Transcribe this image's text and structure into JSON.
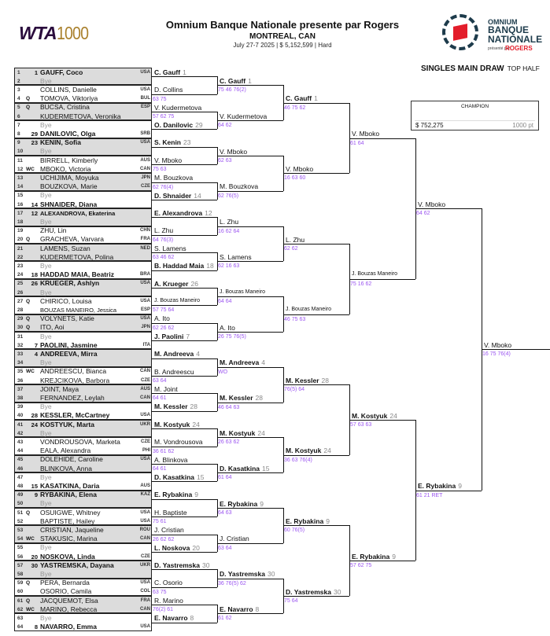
{
  "header": {
    "logo_left": {
      "a": "WTA",
      "b": "1000"
    },
    "title": "Omnium Banque Nationale presente par Rogers",
    "city": "MONTREAL, CAN",
    "info": "July 27-7 2025 | $ 5,152,599 | Hard",
    "logo_right": {
      "l1": "OMNIUM",
      "l2": "BANQUE",
      "l3": "NATIONALE",
      "l4": "présenté par",
      "l5": "ROGERS"
    },
    "draw_title": "SINGLES MAIN DRAW",
    "draw_half": "TOP HALF"
  },
  "champion": {
    "label": "CHAMPION",
    "prize": "$ 752,275",
    "points": "1000 pt"
  },
  "colors": {
    "score": "#9b55f0",
    "gray_row": "#dcdcdc",
    "wta_purple": "#2a0c3d",
    "wta_gold": "#a9802c"
  },
  "players": [
    {
      "num": "1",
      "entry": "",
      "seed": "1",
      "name": "GAUFF, Coco",
      "country": "USA"
    },
    {
      "num": "2",
      "entry": "",
      "seed": "",
      "name": "Bye",
      "country": ""
    },
    {
      "num": "3",
      "entry": "",
      "seed": "",
      "name": "COLLINS, Danielle",
      "country": "USA"
    },
    {
      "num": "4",
      "entry": "Q",
      "seed": "",
      "name": "TOMOVA, Viktoriya",
      "country": "BUL"
    },
    {
      "num": "5",
      "entry": "Q",
      "seed": "",
      "name": "BUCSA, Cristina",
      "country": "ESP"
    },
    {
      "num": "6",
      "entry": "",
      "seed": "",
      "name": "KUDERMETOVA, Veronika",
      "country": ""
    },
    {
      "num": "7",
      "entry": "",
      "seed": "",
      "name": "Bye",
      "country": ""
    },
    {
      "num": "8",
      "entry": "",
      "seed": "29",
      "name": "DANILOVIC, Olga",
      "country": "SRB"
    },
    {
      "num": "9",
      "entry": "",
      "seed": "23",
      "name": "KENIN, Sofia",
      "country": "USA"
    },
    {
      "num": "10",
      "entry": "",
      "seed": "",
      "name": "Bye",
      "country": ""
    },
    {
      "num": "11",
      "entry": "",
      "seed": "",
      "name": "BIRRELL, Kimberly",
      "country": "AUS"
    },
    {
      "num": "12",
      "entry": "WC",
      "seed": "",
      "name": "MBOKO, Victoria",
      "country": "CAN"
    },
    {
      "num": "13",
      "entry": "",
      "seed": "",
      "name": "UCHIJIMA, Moyuka",
      "country": "JPN"
    },
    {
      "num": "14",
      "entry": "",
      "seed": "",
      "name": "BOUZKOVA, Marie",
      "country": "CZE"
    },
    {
      "num": "15",
      "entry": "",
      "seed": "",
      "name": "Bye",
      "country": ""
    },
    {
      "num": "16",
      "entry": "",
      "seed": "14",
      "name": "SHNAIDER, Diana",
      "country": ""
    },
    {
      "num": "17",
      "entry": "",
      "seed": "12",
      "name": "ALEXANDROVA, Ekaterina",
      "country": ""
    },
    {
      "num": "18",
      "entry": "",
      "seed": "",
      "name": "Bye",
      "country": ""
    },
    {
      "num": "19",
      "entry": "",
      "seed": "",
      "name": "ZHU, Lin",
      "country": "CHN"
    },
    {
      "num": "20",
      "entry": "Q",
      "seed": "",
      "name": "GRACHEVA, Varvara",
      "country": "FRA"
    },
    {
      "num": "21",
      "entry": "",
      "seed": "",
      "name": "LAMENS, Suzan",
      "country": "NED"
    },
    {
      "num": "22",
      "entry": "",
      "seed": "",
      "name": "KUDERMETOVA, Polina",
      "country": ""
    },
    {
      "num": "23",
      "entry": "",
      "seed": "",
      "name": "Bye",
      "country": ""
    },
    {
      "num": "24",
      "entry": "",
      "seed": "18",
      "name": "HADDAD MAIA, Beatriz",
      "country": "BRA"
    },
    {
      "num": "25",
      "entry": "",
      "seed": "26",
      "name": "KRUEGER, Ashlyn",
      "country": "USA"
    },
    {
      "num": "26",
      "entry": "",
      "seed": "",
      "name": "Bye",
      "country": ""
    },
    {
      "num": "27",
      "entry": "Q",
      "seed": "",
      "name": "CHIRICO, Louisa",
      "country": "USA"
    },
    {
      "num": "28",
      "entry": "",
      "seed": "",
      "name": "BOUZAS MANEIRO, Jessica",
      "country": "ESP"
    },
    {
      "num": "29",
      "entry": "Q",
      "seed": "",
      "name": "VOLYNETS, Katie",
      "country": "USA"
    },
    {
      "num": "30",
      "entry": "Q",
      "seed": "",
      "name": "ITO, Aoi",
      "country": "JPN"
    },
    {
      "num": "31",
      "entry": "",
      "seed": "",
      "name": "Bye",
      "country": ""
    },
    {
      "num": "32",
      "entry": "",
      "seed": "7",
      "name": "PAOLINI, Jasmine",
      "country": "ITA"
    },
    {
      "num": "33",
      "entry": "",
      "seed": "4",
      "name": "ANDREEVA, Mirra",
      "country": ""
    },
    {
      "num": "34",
      "entry": "",
      "seed": "",
      "name": "Bye",
      "country": ""
    },
    {
      "num": "35",
      "entry": "WC",
      "seed": "",
      "name": "ANDREESCU, Bianca",
      "country": "CAN"
    },
    {
      "num": "36",
      "entry": "",
      "seed": "",
      "name": "KREJCIKOVA, Barbora",
      "country": "CZE"
    },
    {
      "num": "37",
      "entry": "",
      "seed": "",
      "name": "JOINT, Maya",
      "country": "AUS"
    },
    {
      "num": "38",
      "entry": "",
      "seed": "",
      "name": "FERNANDEZ, Leylah",
      "country": "CAN"
    },
    {
      "num": "39",
      "entry": "",
      "seed": "",
      "name": "Bye",
      "country": ""
    },
    {
      "num": "40",
      "entry": "",
      "seed": "28",
      "name": "KESSLER, McCartney",
      "country": "USA"
    },
    {
      "num": "41",
      "entry": "",
      "seed": "24",
      "name": "KOSTYUK, Marta",
      "country": "UKR"
    },
    {
      "num": "42",
      "entry": "",
      "seed": "",
      "name": "Bye",
      "country": ""
    },
    {
      "num": "43",
      "entry": "",
      "seed": "",
      "name": "VONDROUSOVA, Marketa",
      "country": "CZE"
    },
    {
      "num": "44",
      "entry": "",
      "seed": "",
      "name": "EALA, Alexandra",
      "country": "PHI"
    },
    {
      "num": "45",
      "entry": "",
      "seed": "",
      "name": "DOLEHIDE, Caroline",
      "country": "USA"
    },
    {
      "num": "46",
      "entry": "",
      "seed": "",
      "name": "BLINKOVA, Anna",
      "country": ""
    },
    {
      "num": "47",
      "entry": "",
      "seed": "",
      "name": "Bye",
      "country": ""
    },
    {
      "num": "48",
      "entry": "",
      "seed": "15",
      "name": "KASATKINA, Daria",
      "country": "AUS"
    },
    {
      "num": "49",
      "entry": "",
      "seed": "9",
      "name": "RYBAKINA, Elena",
      "country": "KAZ"
    },
    {
      "num": "50",
      "entry": "",
      "seed": "",
      "name": "Bye",
      "country": ""
    },
    {
      "num": "51",
      "entry": "Q",
      "seed": "",
      "name": "OSUIGWE, Whitney",
      "country": "USA"
    },
    {
      "num": "52",
      "entry": "",
      "seed": "",
      "name": "BAPTISTE, Hailey",
      "country": "USA"
    },
    {
      "num": "53",
      "entry": "",
      "seed": "",
      "name": "CRISTIAN, Jaqueline",
      "country": "ROU"
    },
    {
      "num": "54",
      "entry": "WC",
      "seed": "",
      "name": "STAKUSIC, Marina",
      "country": "CAN"
    },
    {
      "num": "55",
      "entry": "",
      "seed": "",
      "name": "Bye",
      "country": ""
    },
    {
      "num": "56",
      "entry": "",
      "seed": "20",
      "name": "NOSKOVA, Linda",
      "country": "CZE"
    },
    {
      "num": "57",
      "entry": "",
      "seed": "30",
      "name": "YASTREMSKA, Dayana",
      "country": "UKR"
    },
    {
      "num": "58",
      "entry": "",
      "seed": "",
      "name": "Bye",
      "country": ""
    },
    {
      "num": "59",
      "entry": "Q",
      "seed": "",
      "name": "PERA, Bernarda",
      "country": "USA"
    },
    {
      "num": "60",
      "entry": "",
      "seed": "",
      "name": "OSORIO, Camila",
      "country": "COL"
    },
    {
      "num": "61",
      "entry": "Q",
      "seed": "",
      "name": "JACQUEMOT, Elsa",
      "country": "FRA"
    },
    {
      "num": "62",
      "entry": "WC",
      "seed": "",
      "name": "MARINO, Rebecca",
      "country": "CAN"
    },
    {
      "num": "63",
      "entry": "",
      "seed": "",
      "name": "Bye",
      "country": ""
    },
    {
      "num": "64",
      "entry": "",
      "seed": "8",
      "name": "NAVARRO, Emma",
      "country": "USA"
    }
  ],
  "rounds": [
    [
      {
        "name": "C. Gauff",
        "seed": "1",
        "score": ""
      },
      {
        "name": "D. Collins",
        "seed": "",
        "score": "63 75"
      },
      {
        "name": "V. Kudermetova",
        "seed": "",
        "score": "57 62 75"
      },
      {
        "name": "O. Danilovic",
        "seed": "29",
        "score": ""
      },
      {
        "name": "S. Kenin",
        "seed": "23",
        "score": ""
      },
      {
        "name": "V. Mboko",
        "seed": "",
        "score": "75 63"
      },
      {
        "name": "M. Bouzkova",
        "seed": "",
        "score": "62 76(4)"
      },
      {
        "name": "D. Shnaider",
        "seed": "14",
        "score": ""
      },
      {
        "name": "E. Alexandrova",
        "seed": "12",
        "score": ""
      },
      {
        "name": "L. Zhu",
        "seed": "",
        "score": "64 76(3)"
      },
      {
        "name": "S. Lamens",
        "seed": "",
        "score": "63 46 62"
      },
      {
        "name": "B. Haddad Maia",
        "seed": "18",
        "score": ""
      },
      {
        "name": "A. Krueger",
        "seed": "26",
        "score": ""
      },
      {
        "name": "J. Bouzas Maneiro",
        "seed": "",
        "score": "57 75 64"
      },
      {
        "name": "A. Ito",
        "seed": "",
        "score": "62 26 62"
      },
      {
        "name": "J. Paolini",
        "seed": "7",
        "score": ""
      },
      {
        "name": "M. Andreeva",
        "seed": "4",
        "score": ""
      },
      {
        "name": "B. Andreescu",
        "seed": "",
        "score": "63 64"
      },
      {
        "name": "M. Joint",
        "seed": "",
        "score": "64 61"
      },
      {
        "name": "M. Kessler",
        "seed": "28",
        "score": ""
      },
      {
        "name": "M. Kostyuk",
        "seed": "24",
        "score": ""
      },
      {
        "name": "M. Vondrousova",
        "seed": "",
        "score": "36 61 62"
      },
      {
        "name": "A. Blinkova",
        "seed": "",
        "score": "64 61"
      },
      {
        "name": "D. Kasatkina",
        "seed": "15",
        "score": ""
      },
      {
        "name": "E. Rybakina",
        "seed": "9",
        "score": ""
      },
      {
        "name": "H. Baptiste",
        "seed": "",
        "score": "75 61"
      },
      {
        "name": "J. Cristian",
        "seed": "",
        "score": "26 62 62"
      },
      {
        "name": "L. Noskova",
        "seed": "20",
        "score": ""
      },
      {
        "name": "D. Yastremska",
        "seed": "30",
        "score": ""
      },
      {
        "name": "C. Osorio",
        "seed": "",
        "score": "63 75"
      },
      {
        "name": "R. Marino",
        "seed": "",
        "score": "76(2) 61"
      },
      {
        "name": "E. Navarro",
        "seed": "8",
        "score": ""
      }
    ],
    [
      {
        "name": "C. Gauff",
        "seed": "1",
        "score": "75 46 76(2)"
      },
      {
        "name": "V. Kudermetova",
        "seed": "",
        "score": "64 62"
      },
      {
        "name": "V. Mboko",
        "seed": "",
        "score": "62 63"
      },
      {
        "name": "M. Bouzkova",
        "seed": "",
        "score": "62 76(5)"
      },
      {
        "name": "L. Zhu",
        "seed": "",
        "score": "16 62 64"
      },
      {
        "name": "S. Lamens",
        "seed": "",
        "score": "62 16 63"
      },
      {
        "name": "J. Bouzas Maneiro",
        "seed": "",
        "score": "64 64"
      },
      {
        "name": "A. Ito",
        "seed": "",
        "score": "26 75 76(5)"
      },
      {
        "name": "M. Andreeva",
        "seed": "4",
        "score": "WO"
      },
      {
        "name": "M. Kessler",
        "seed": "28",
        "score": "46 64 63"
      },
      {
        "name": "M. Kostyuk",
        "seed": "24",
        "score": "26 63 62"
      },
      {
        "name": "D. Kasatkina",
        "seed": "15",
        "score": "61 64"
      },
      {
        "name": "E. Rybakina",
        "seed": "9",
        "score": "64 63"
      },
      {
        "name": "J. Cristian",
        "seed": "",
        "score": "63 64"
      },
      {
        "name": "D. Yastremska",
        "seed": "30",
        "score": "36 76(5) 62"
      },
      {
        "name": "E. Navarro",
        "seed": "8",
        "score": "61 62"
      }
    ],
    [
      {
        "name": "C. Gauff",
        "seed": "1",
        "score": "46 75 62"
      },
      {
        "name": "V. Mboko",
        "seed": "",
        "score": "16 63 60"
      },
      {
        "name": "L. Zhu",
        "seed": "",
        "score": "62 62"
      },
      {
        "name": "J. Bouzas Maneiro",
        "seed": "",
        "score": "46 75 63"
      },
      {
        "name": "M. Kessler",
        "seed": "28",
        "score": "76(5) 64"
      },
      {
        "name": "M. Kostyuk",
        "seed": "24",
        "score": "36 63 76(4)"
      },
      {
        "name": "E. Rybakina",
        "seed": "9",
        "score": "60 76(5)"
      },
      {
        "name": "D. Yastremska",
        "seed": "30",
        "score": "75 64"
      }
    ],
    [
      {
        "name": "V. Mboko",
        "seed": "",
        "score": "61 64"
      },
      {
        "name": "J. Bouzas Maneiro",
        "seed": "",
        "score": "75 16 62"
      },
      {
        "name": "M. Kostyuk",
        "seed": "24",
        "score": "57 63 63"
      },
      {
        "name": "E. Rybakina",
        "seed": "9",
        "score": "57 62 75"
      }
    ],
    [
      {
        "name": "V. Mboko",
        "seed": "",
        "score": "64 62"
      },
      {
        "name": "E. Rybakina",
        "seed": "9",
        "score": "61 21 RET"
      }
    ],
    [
      {
        "name": "V. Mboko",
        "seed": "",
        "score": "16 75 76(4)"
      }
    ]
  ]
}
